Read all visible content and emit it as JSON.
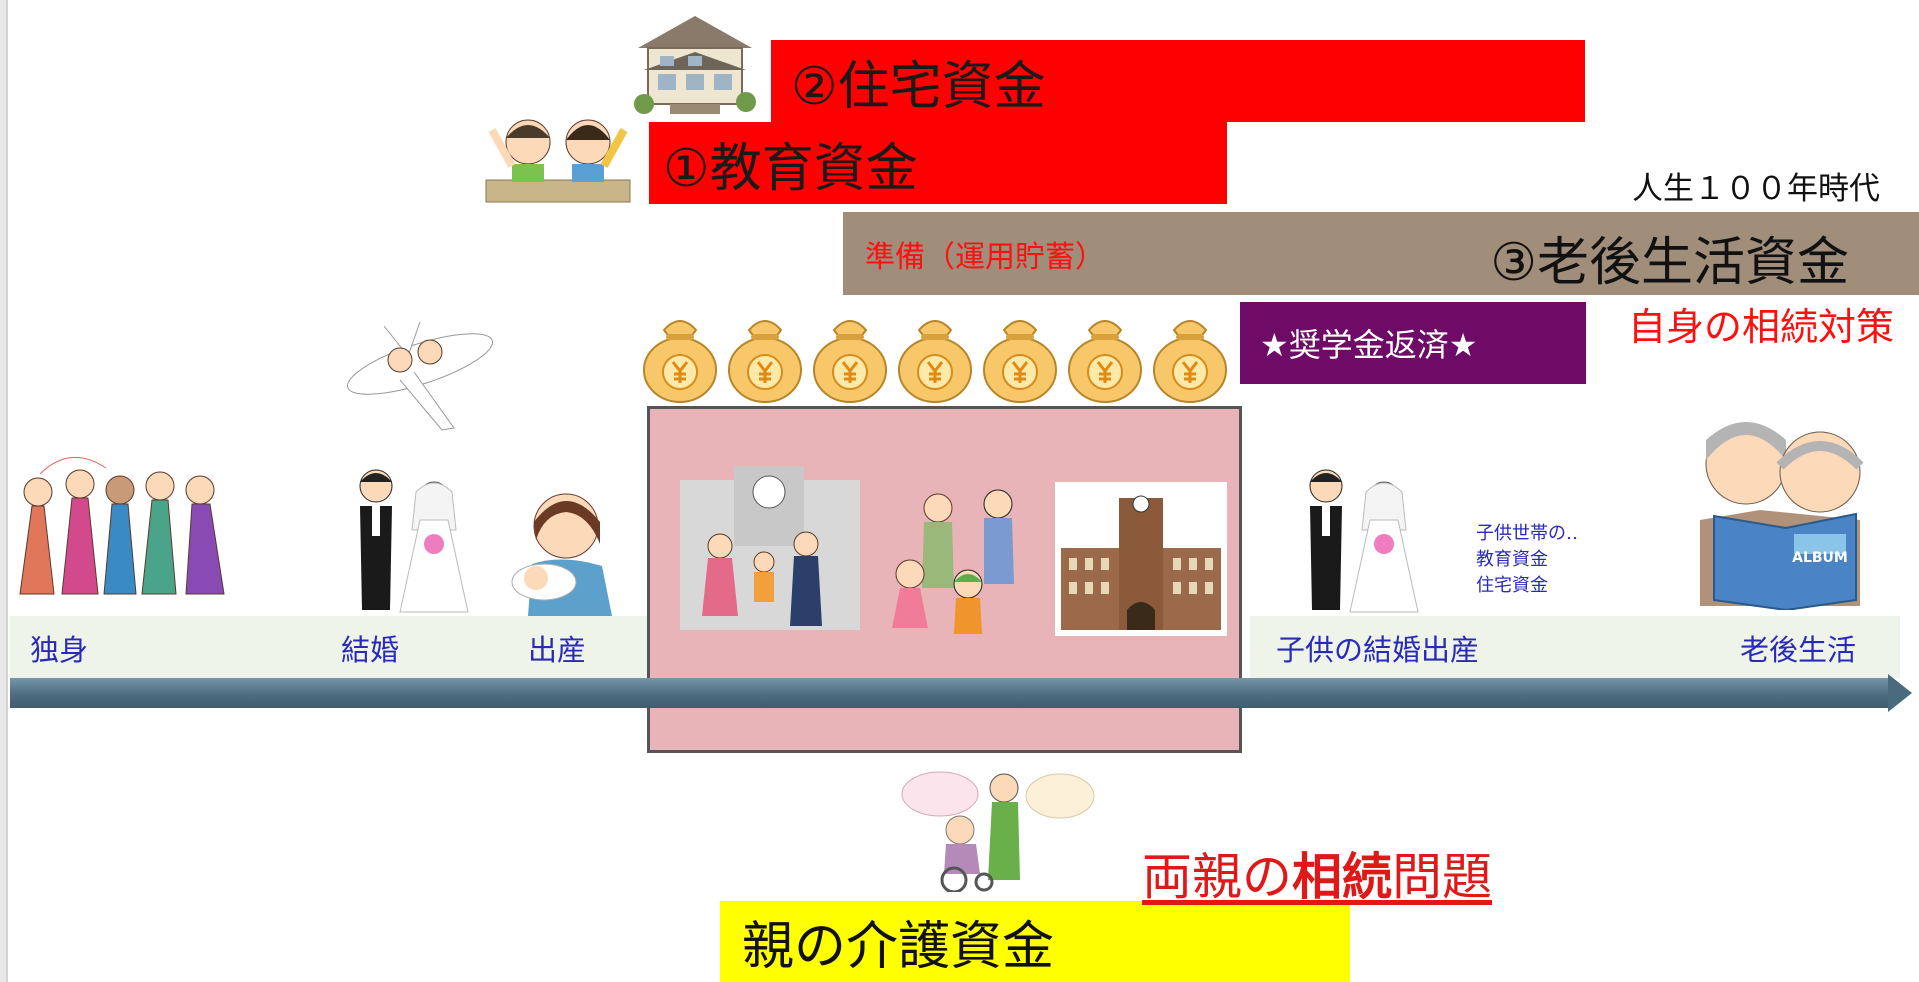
{
  "bars": {
    "housing": "②住宅資金",
    "education": "①教育資金",
    "retire_prep": "準備（運用貯蓄）",
    "retire": "③老後生活資金",
    "scholarship": "★奨学金返済★",
    "care": "親の介護資金"
  },
  "era": "人生１００年時代",
  "inherit_self": "自身の相続対策",
  "parents_inherit": {
    "pre": "両親の",
    "strong": "相続",
    "post": "問題"
  },
  "life_stages": [
    "独身",
    "結婚",
    "出産",
    "子供の結婚出産",
    "老後生活"
  ],
  "child_note": [
    "子供世帯の‥",
    "教育資金",
    "住宅資金"
  ],
  "illustrations": {
    "house": "house-icon",
    "kids": "kids-icon",
    "plane": "airplane-couple-icon",
    "money_bag": "yen-money-bag-icon",
    "party": "party-women-icon",
    "wedding": "wedding-couple-icon",
    "mother": "mother-baby-icon",
    "school_family": "school-entrance-icon",
    "children": "family-running-icon",
    "university": "university-building-icon",
    "elderly": "elderly-couple-album-icon",
    "care": "caregiver-wheelchair-icon"
  },
  "colors": {
    "red_bar": "#ff0000",
    "retire_bar": "#a08d7a",
    "scholar_bar": "#6e0b66",
    "care_bar": "#ffff00",
    "timeline": "#4d6d80"
  },
  "album_text": "ALBUM"
}
